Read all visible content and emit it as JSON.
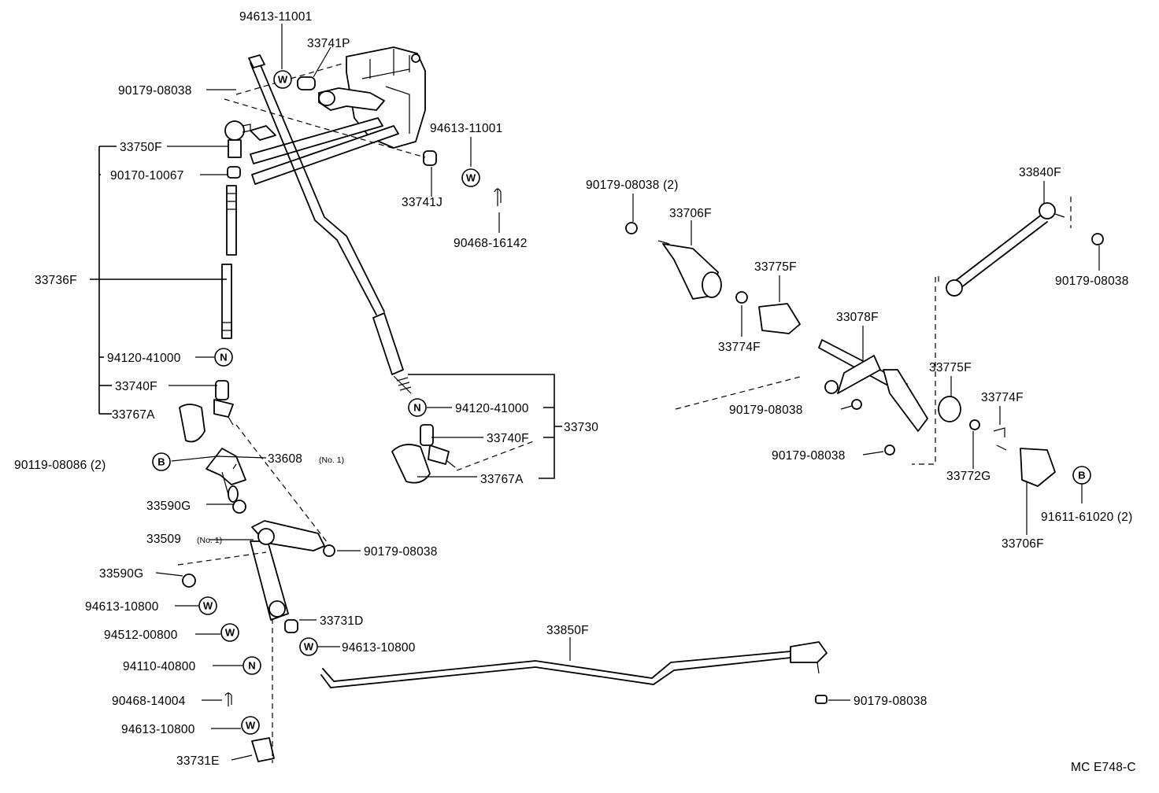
{
  "diagram": {
    "code": "MC E748-C",
    "labels": {
      "p94613_11001_top": "94613-11001",
      "p33741P": "33741P",
      "p90179_08038_a": "90179-08038",
      "p94613_11001_mid": "94613-11001",
      "p33750F": "33750F",
      "p90170_10067": "90170-10067",
      "p33741J": "33741J",
      "p90468_16142": "90468-16142",
      "p33736F": "33736F",
      "p94120_41000_l": "94120-41000",
      "p33740F_l": "33740F",
      "p33767A_l": "33767A",
      "p94120_41000_r": "94120-41000",
      "p33740F_r": "33740F",
      "p33730": "33730",
      "p33767A_r": "33767A",
      "p90119_08086": "90119-08086 (2)",
      "p33608": "33608",
      "p33608_sub": "(No. 1)",
      "p33590G_a": "33590G",
      "p33509": "33509",
      "p33509_sub": "(No. 1)",
      "p90179_08038_b": "90179-08038",
      "p33590G_b": "33590G",
      "p94613_10800_a": "94613-10800",
      "p94512_00800": "94512-00800",
      "p94110_40800": "94110-40800",
      "p90468_14004": "90468-14004",
      "p94613_10800_c": "94613-10800",
      "p33731E": "33731E",
      "p33731D": "33731D",
      "p94613_10800_b": "94613-10800",
      "p33850F": "33850F",
      "p90179_08038_c": "90179-08038",
      "p90179_08038_2": "90179-08038 (2)",
      "p33706F_t": "33706F",
      "p33775F_t": "33775F",
      "p33774F_l": "33774F",
      "p33078F": "33078F",
      "p90179_08038_d": "90179-08038",
      "p90179_08038_e": "90179-08038",
      "p33840F": "33840F",
      "p90179_08038_f": "90179-08038",
      "p33775F_r": "33775F",
      "p33774F_r": "33774F",
      "p33772G": "33772G",
      "p33706F_b": "33706F",
      "p91611_61020": "91611-61020 (2)"
    },
    "symbols": {
      "washer": "W",
      "nut": "N",
      "bolt": "B"
    }
  }
}
